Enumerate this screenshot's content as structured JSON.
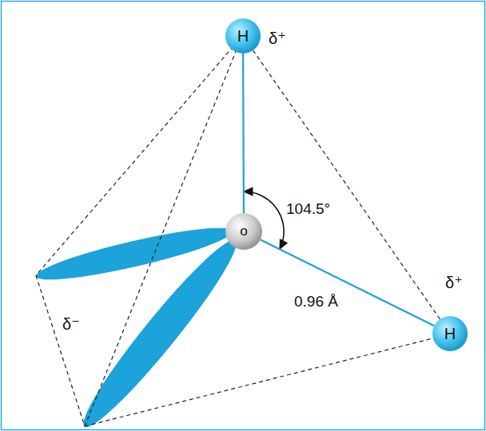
{
  "diagram": {
    "nodes": [
      {
        "text": [
          "H"
        ]
      },
      {
        "text": [
          "o"
        ]
      },
      {
        "text": [
          "H"
        ]
      }
    ],
    "edges": [
      {
        "from": 1,
        "to": 0,
        "arrow": "none"
      },
      {
        "from": 1,
        "to": 2,
        "arrow": "none"
      },
      {
        "from": 0,
        "to": 2,
        "arrow": "none"
      }
    ],
    "labels": [
      "δ⁺",
      "104.5°",
      "δ⁻",
      "0.96 Å",
      "δ⁺"
    ]
  }
}
